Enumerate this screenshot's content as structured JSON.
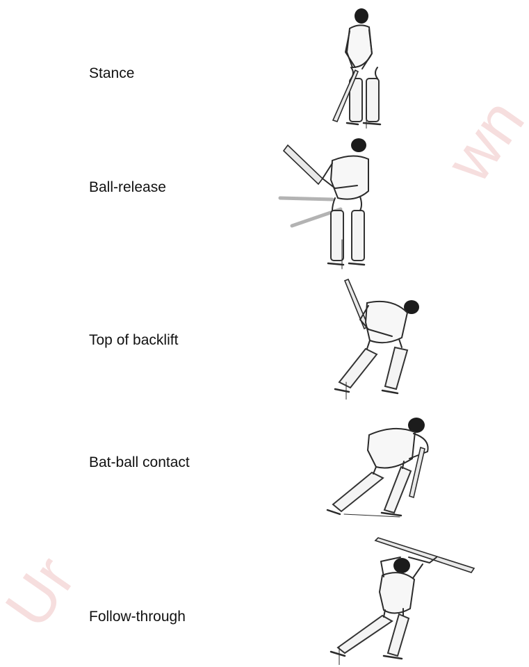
{
  "stages": [
    {
      "label": "Stance",
      "figure_icon": "batsman-stance-icon"
    },
    {
      "label": "Ball-release",
      "figure_icon": "batsman-ball-release-icon"
    },
    {
      "label": "Top of backlift",
      "figure_icon": "batsman-backlift-icon"
    },
    {
      "label": "Bat-ball contact",
      "figure_icon": "batsman-contact-icon"
    },
    {
      "label": "Follow-through",
      "figure_icon": "batsman-follow-through-icon"
    }
  ],
  "colors": {
    "text": "#111111",
    "watermark": "#f6dede",
    "ink": "#2b2b2b"
  }
}
